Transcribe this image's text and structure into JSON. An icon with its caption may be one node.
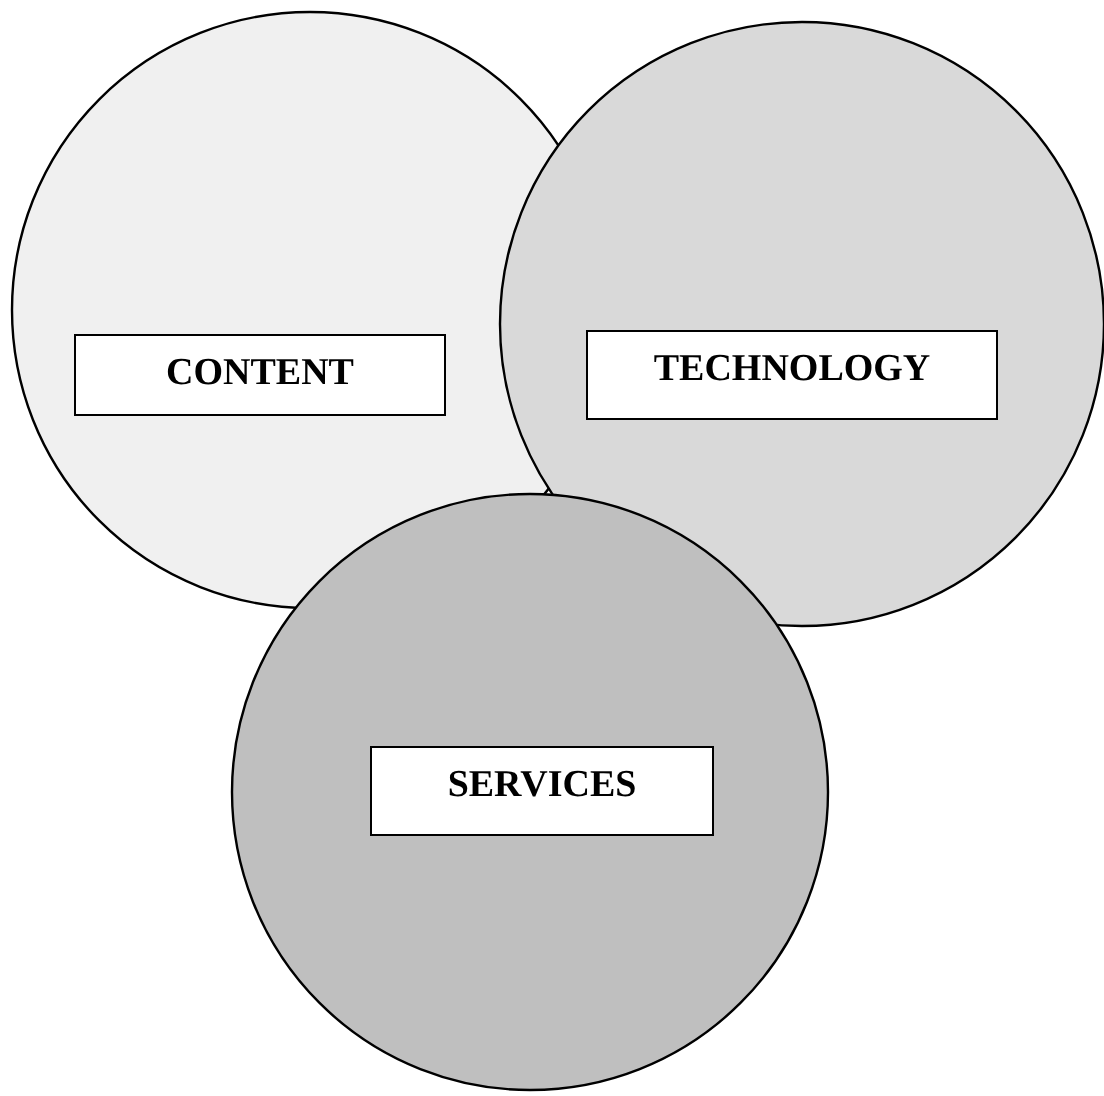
{
  "diagram": {
    "nodes": [
      {
        "text": [
          "CONTENT"
        ]
      },
      {
        "text": [
          "TECHNOLOGY"
        ]
      },
      {
        "text": [
          "SERVICES"
        ]
      }
    ]
  }
}
